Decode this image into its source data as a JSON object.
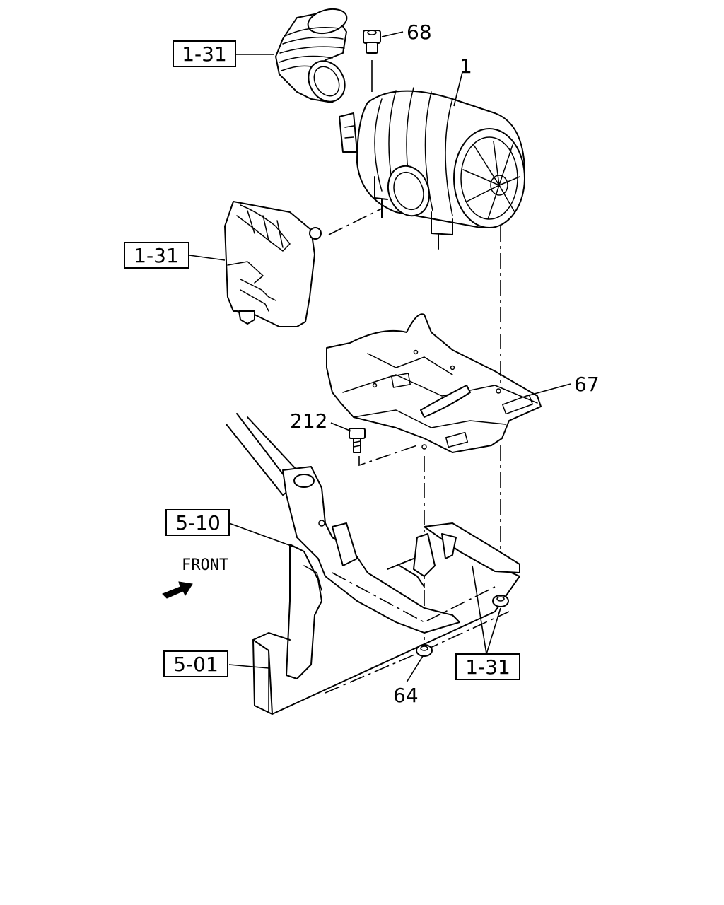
{
  "callouts": {
    "c1": "1",
    "c68": "68",
    "c67": "67",
    "c212": "212",
    "c64": "64"
  },
  "references": {
    "r_top": "1-31",
    "r_mid": "1-31",
    "r_bottom": "1-31",
    "r_510": "5-10",
    "r_501": "5-01"
  },
  "direction": {
    "label": "FRONT",
    "icon": "arrow-icon"
  }
}
